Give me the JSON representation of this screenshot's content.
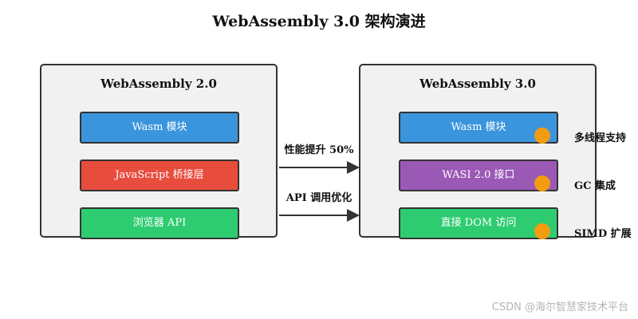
{
  "title": "WebAssembly 3.0 架构演进",
  "left_panel": {
    "title": "WebAssembly 2.0",
    "boxes": [
      {
        "label": "Wasm 模块",
        "color": "#3b95dc"
      },
      {
        "label": "JavaScript 桥接层",
        "color": "#e84c3d"
      },
      {
        "label": "浏览器 API",
        "color": "#2ecc71"
      }
    ]
  },
  "right_panel": {
    "title": "WebAssembly 3.0",
    "boxes": [
      {
        "label": "Wasm 模块",
        "color": "#3b95dc"
      },
      {
        "label": "WASI 2.0 接口",
        "color": "#9b59b6"
      },
      {
        "label": "直接 DOM 访问",
        "color": "#2ecc71"
      }
    ],
    "marker_color": "#f39c12"
  },
  "arrows": [
    {
      "label": "性能提升 50%"
    },
    {
      "label": "API 调用优化"
    }
  ],
  "features": [
    "多线程支持",
    "GC 集成",
    "SIMD 扩展"
  ],
  "watermark": "CSDN @海尔智慧家技术平台",
  "colors": {
    "panel_bg": "#f1f1f1",
    "border": "#333333"
  }
}
